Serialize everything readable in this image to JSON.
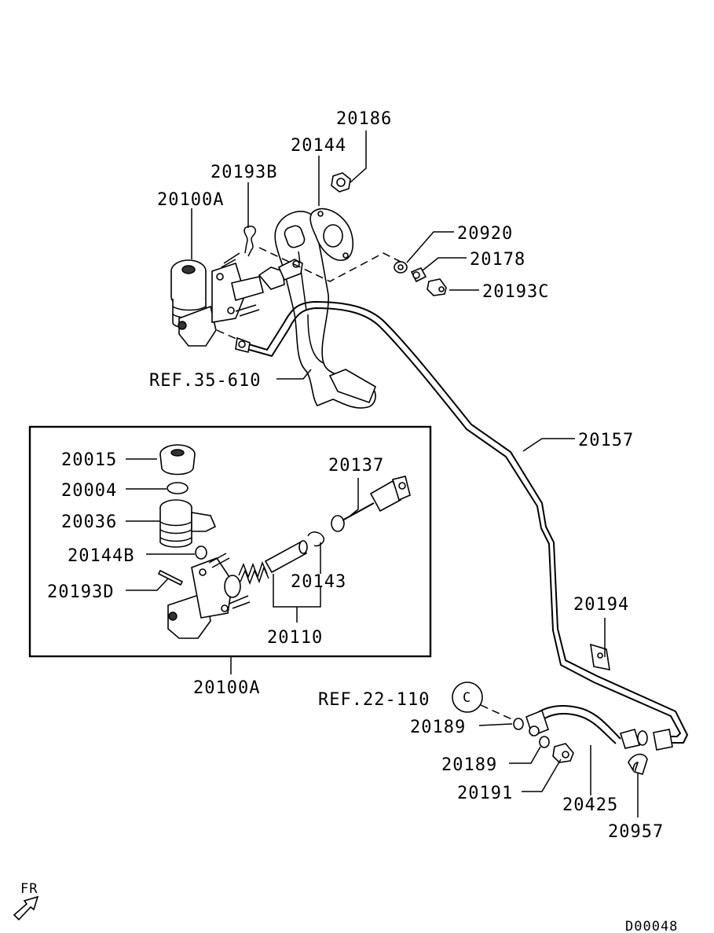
{
  "labels": {
    "p20186": "20186",
    "p20144": "20144",
    "p20193B": "20193B",
    "p20100A_top": "20100A",
    "p20920": "20920",
    "p20178": "20178",
    "p20193C": "20193C",
    "ref35": "REF.35-610",
    "p20157": "20157",
    "p20015": "20015",
    "p20004": "20004",
    "p20137": "20137",
    "p20036": "20036",
    "p20144B": "20144B",
    "p20143": "20143",
    "p20193D": "20193D",
    "p20110": "20110",
    "p20100A_bottom": "20100A",
    "p20194": "20194",
    "ref22": "REF.22-110",
    "circleC": "C",
    "p20189a": "20189",
    "p20189b": "20189",
    "p20191": "20191",
    "p20425": "20425",
    "p20957": "20957",
    "fr": "FR",
    "code": "D00048"
  }
}
